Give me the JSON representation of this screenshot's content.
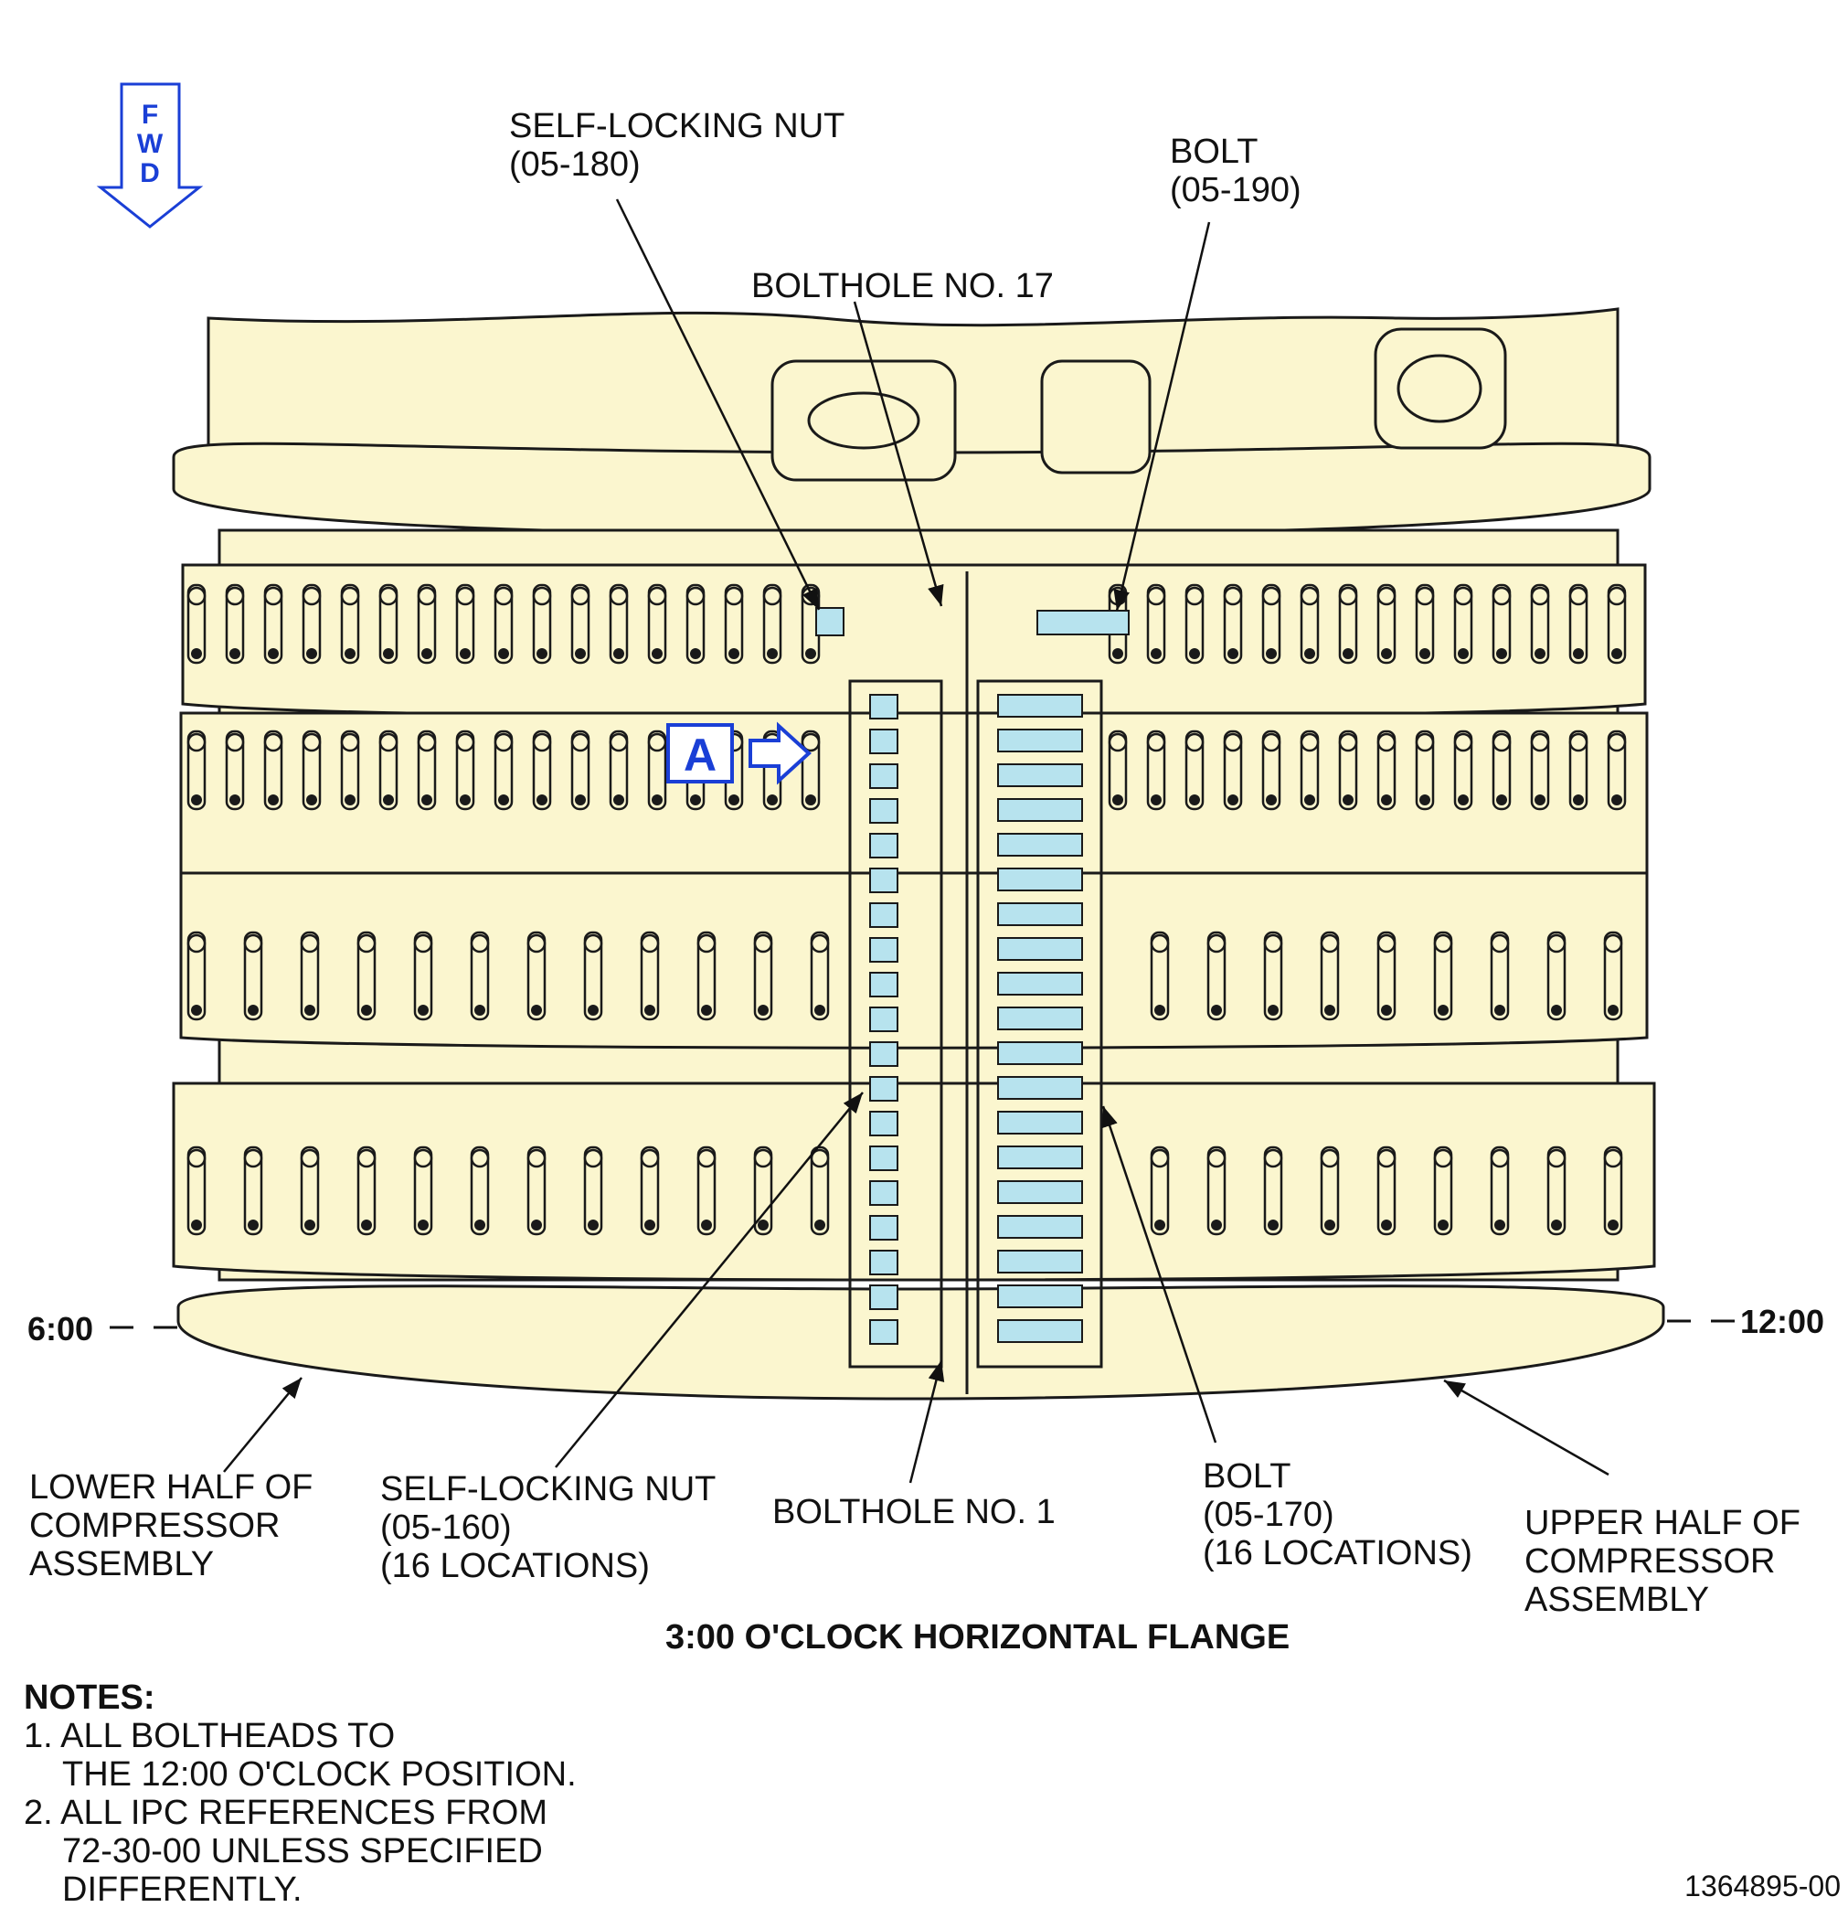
{
  "fwd_letters": [
    "F",
    "W",
    "D"
  ],
  "callouts": {
    "self_locking_nut_top": [
      "SELF-LOCKING NUT",
      "(05-180)"
    ],
    "bolt_top": [
      "BOLT",
      "(05-190)"
    ],
    "bolthole_17": [
      "BOLTHOLE NO. 17"
    ],
    "lower_half": [
      "LOWER HALF OF",
      "COMPRESSOR",
      "ASSEMBLY"
    ],
    "self_locking_nut_bottom": [
      "SELF-LOCKING NUT",
      "(05-160)",
      "(16 LOCATIONS)"
    ],
    "bolthole_1": [
      "BOLTHOLE NO. 1"
    ],
    "bolt_bottom": [
      "BOLT",
      "(05-170)",
      "(16 LOCATIONS)"
    ],
    "upper_half": [
      "UPPER HALF OF",
      "COMPRESSOR",
      "ASSEMBLY"
    ]
  },
  "clock_left": "6:00",
  "clock_right": "12:00",
  "view_marker": "A",
  "caption": "3:00 O'CLOCK HORIZONTAL FLANGE",
  "notes": {
    "heading": "NOTES:",
    "items": [
      {
        "num": "1.",
        "first": "ALL BOLTHEADS TO",
        "cont": [
          "THE 12:00 O'CLOCK POSITION."
        ]
      },
      {
        "num": "2.",
        "first": "ALL IPC REFERENCES FROM",
        "cont": [
          "72-30-00 UNLESS SPECIFIED",
          "DIFFERENTLY."
        ]
      }
    ]
  },
  "figure_id": "1364895-00",
  "colors": {
    "casing_fill": "#fbf6cf",
    "outline": "#1a1a1a",
    "highlight_bolt": "#b7e3ee",
    "fwd_marker": "#1a3fd6"
  }
}
